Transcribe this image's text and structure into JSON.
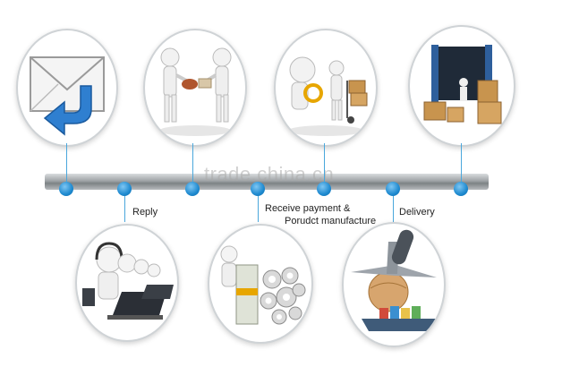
{
  "watermark": "trade.china.cn",
  "labels": {
    "reply": "Reply",
    "receive_line1": "Receive payment &",
    "receive_line2": "Porudct manufacture",
    "delivery": "Delivery"
  },
  "colors": {
    "timeline_dot": "#1e8ad0",
    "circle_border": "#cfd3d6",
    "accent_blue": "#2f7fd0",
    "box_brown": "#c8944e",
    "container_blue": "#2e5f9c"
  },
  "icons": {
    "step1": "email-reply-icon",
    "step2": "handshake-figures-icon",
    "step3": "inspection-handcart-icon",
    "step4": "shipping-container-icon",
    "step5": "customer-service-agents-icon",
    "step6": "money-gears-icon",
    "step7": "airplane-ship-globe-icon"
  }
}
